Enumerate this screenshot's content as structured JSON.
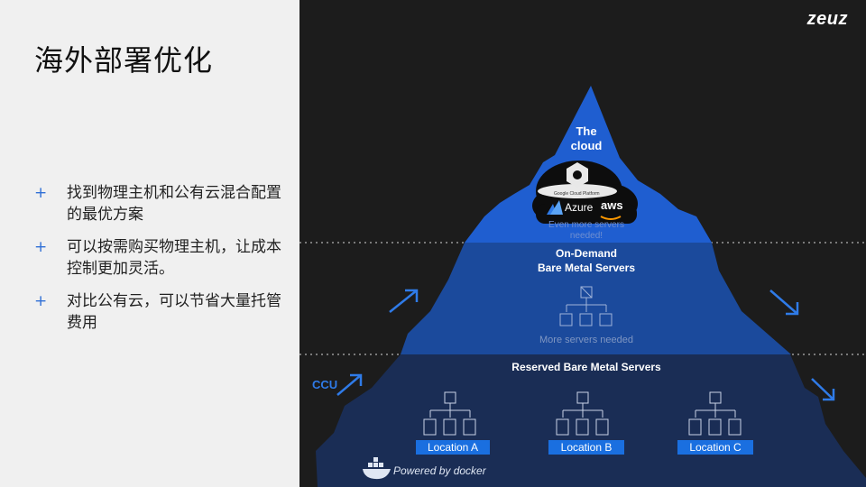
{
  "slide": {
    "title": "海外部署优化",
    "bullets": [
      "找到物理主机和公有云混合配置的最优方案",
      "可以按需购买物理主机，让成本控制更加灵活。",
      "对比公有云，可以节省大量托管费用"
    ],
    "bullet_marker": "+"
  },
  "brand": {
    "logo": "zeuz"
  },
  "diagram": {
    "cloud_title_1": "The",
    "cloud_title_2": "cloud",
    "cloud_sub_1": "Even more servers",
    "cloud_sub_2": "needed!",
    "gcp_label": "Google Cloud Platform",
    "azure_label": "Azure",
    "aws_label": "aws",
    "ondemand_1": "On-Demand",
    "ondemand_2": "Bare Metal Servers",
    "ondemand_sub": "More servers needed",
    "reserved": "Reserved Bare Metal Servers",
    "locations": [
      "Location A",
      "Location B",
      "Location C"
    ],
    "ccu": "CCU",
    "powered": "Powered by docker",
    "colors": {
      "top": "#1f5ed0",
      "middle": "#1b4a9c",
      "bottom": "#1a2d55",
      "accent": "#1a6fe0"
    }
  }
}
